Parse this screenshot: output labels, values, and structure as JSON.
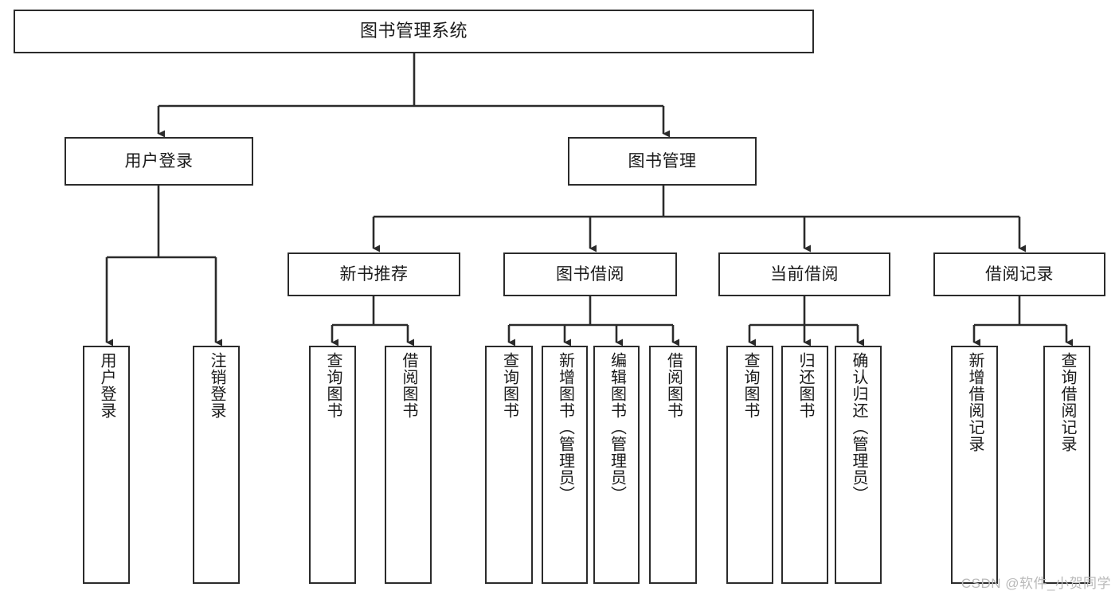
{
  "diagram": {
    "type": "tree-hierarchy-chart",
    "title": "图书管理系统",
    "line_color": "#2b2b2b",
    "box_fill": "#ffffff",
    "text_color": "#1a1a1a",
    "nodes": {
      "root": {
        "label": "图书管理系统"
      },
      "level2": [
        {
          "label": "用户登录"
        },
        {
          "label": "图书管理"
        }
      ],
      "level3": [
        {
          "label": "新书推荐"
        },
        {
          "label": "图书借阅"
        },
        {
          "label": "当前借阅"
        },
        {
          "label": "借阅记录"
        }
      ],
      "leaves_user_login": [
        {
          "label": "用户登录"
        },
        {
          "label": "注销登录"
        }
      ],
      "leaves_new_book": [
        {
          "label": "查询图书"
        },
        {
          "label": "借阅图书"
        }
      ],
      "leaves_borrow": [
        {
          "label": "查询图书"
        },
        {
          "label": "新增图书（管理员）"
        },
        {
          "label": "编辑图书（管理员）"
        },
        {
          "label": "借阅图书"
        }
      ],
      "leaves_current": [
        {
          "label": "查询图书"
        },
        {
          "label": "归还图书"
        },
        {
          "label": "确认归还（管理员）"
        }
      ],
      "leaves_record": [
        {
          "label": "新增借阅记录"
        },
        {
          "label": "查询借阅记录"
        }
      ]
    }
  },
  "watermark": {
    "text": "CSDN @软件_小贺同学"
  }
}
